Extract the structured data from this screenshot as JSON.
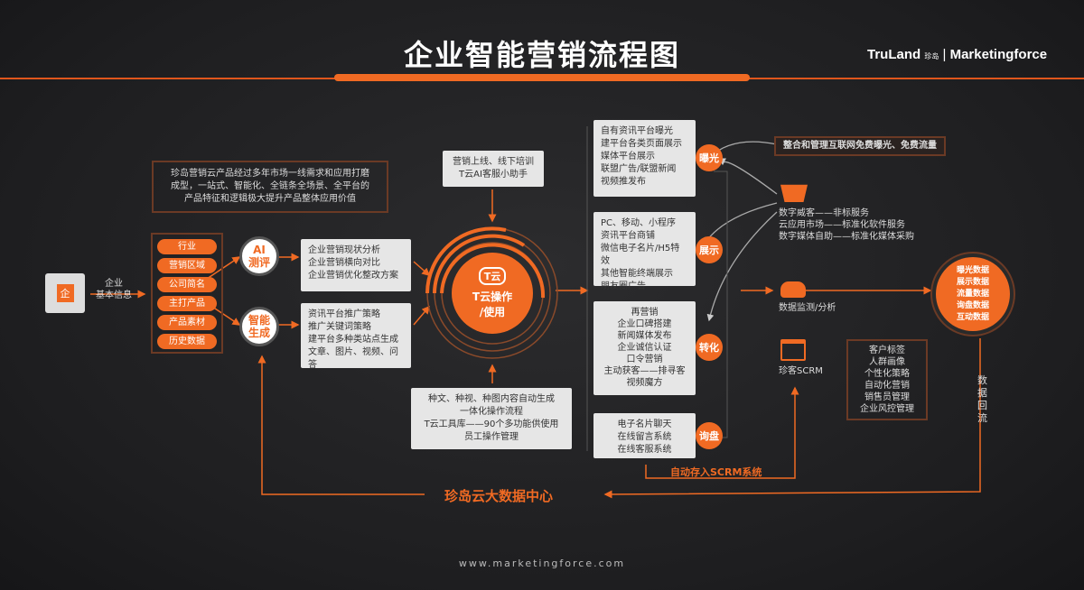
{
  "title": "企业智能营销流程图",
  "logo": {
    "brand1": "TruLand",
    "brand1_sub": "珍岛",
    "brand2": "Marketingforce"
  },
  "intro": [
    "珍岛营销云产品经过多年市场一线需求和应用打磨",
    "成型，一站式、智能化、全链条全场景、全平台的",
    "产品特征和逻辑极大提升产品整体应用价值"
  ],
  "input": {
    "label": [
      "企业",
      "基本信息"
    ],
    "icon": "enterprise-document-icon",
    "icon_text": "企"
  },
  "fields": [
    "行业",
    "营销区域",
    "公司简名",
    "主打产品",
    "产品素材",
    "历史数据"
  ],
  "ai_eval": {
    "label": [
      "AI",
      "测评"
    ],
    "items": [
      "企业营销现状分析",
      "企业营销横向对比",
      "企业营销优化整改方案"
    ]
  },
  "smart_gen": {
    "label": [
      "智能",
      "生成"
    ],
    "items": [
      "资讯平台推广策略",
      "推广关键词策略",
      "建平台多种类站点生成",
      "文章、图片、视频、问答"
    ]
  },
  "top_box": [
    "营销上线、线下培训",
    "T云AI客服小助手"
  ],
  "core": {
    "label": [
      "T云操作",
      "/使用"
    ],
    "icon": "t-cloud-icon",
    "icon_text": "T云"
  },
  "bottom_box": [
    "种文、种视、种图内容自动生成",
    "一体化操作流程",
    "T云工具库——90个多功能供使用",
    "员工操作管理"
  ],
  "stages": [
    {
      "badge": "曝光",
      "items": [
        "自有资讯平台曝光",
        "建平台各类页面展示",
        "媒体平台展示",
        "联盟广告/联盟新闻",
        "视频推发布"
      ]
    },
    {
      "badge": "展示",
      "items": [
        "PC、移动、小程序",
        "资讯平台商铺",
        "微信电子名片/H5特效",
        "其他智能终端展示",
        "朋友圈广告"
      ]
    },
    {
      "badge": "转化",
      "items": [
        "再营销",
        "企业口碑搭建",
        "新闻媒体发布",
        "企业诚信认证",
        "口令营销",
        "主动获客——排寻客",
        "视频魔方"
      ]
    },
    {
      "badge": "询盘",
      "items": [
        "电子名片聊天",
        "在线留言系统",
        "在线客服系统"
      ]
    }
  ],
  "free_traffic": "整合和管理互联网免费曝光、免费流量",
  "services": {
    "icon": "shopping-basket-icon",
    "items": [
      "数字威客——非标服务",
      "云应用市场——标准化软件服务",
      "数字媒体自助——标准化媒体采购"
    ]
  },
  "monitor": {
    "icon": "cloud-data-icon",
    "label": "数据监测/分析"
  },
  "data_circle": [
    "曝光数据",
    "展示数据",
    "流量数据",
    "询盘数据",
    "互动数据"
  ],
  "scrm": {
    "icon": "scrm-gear-icon",
    "label": "珍客SCRM",
    "items": [
      "客户标签",
      "人群画像",
      "个性化策略",
      "自动化营销",
      "销售员管理",
      "企业风控管理"
    ]
  },
  "auto_scrm": "自动存入SCRM系统",
  "data_return": "数据回流",
  "data_center": "珍岛云大数据中心",
  "footer": "www.marketingforce.com",
  "colors": {
    "accent": "#f06a23",
    "background": "#202022",
    "box": "#e6e6e6"
  }
}
